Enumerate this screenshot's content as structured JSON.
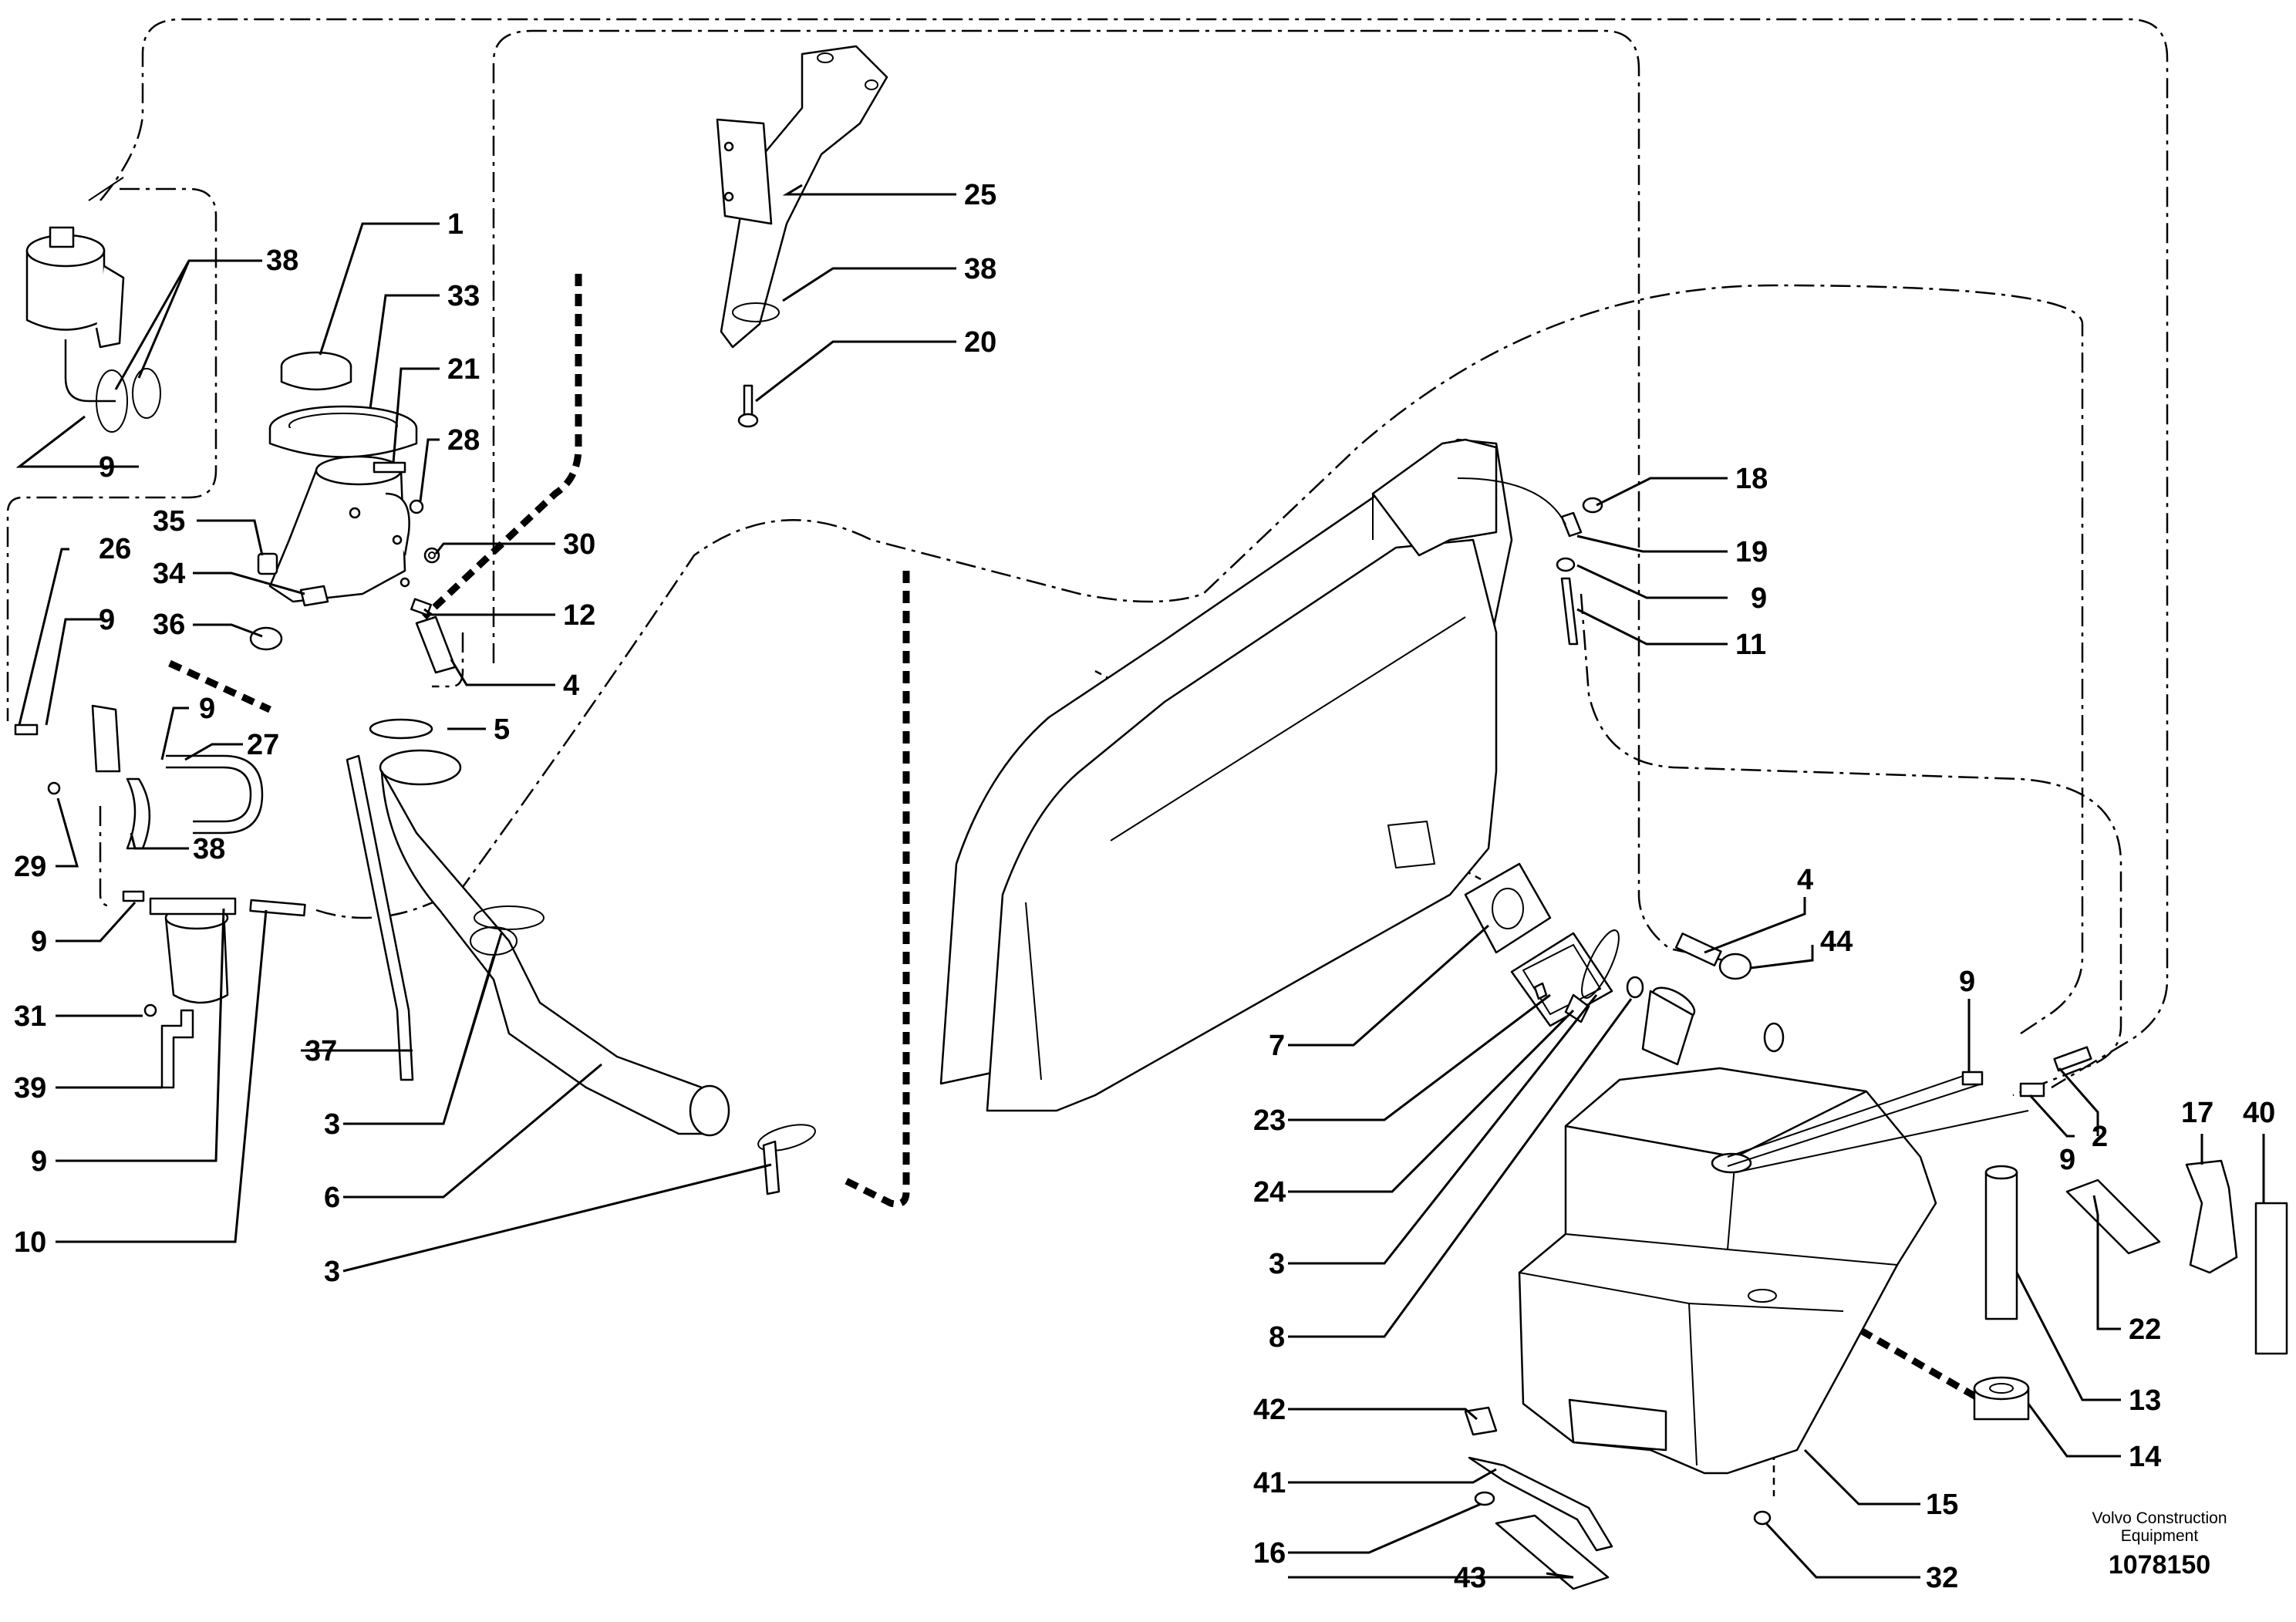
{
  "caption": {
    "company_line1": "Volvo Construction",
    "company_line2": "Equipment",
    "doc_number": "1078150"
  },
  "callouts": [
    {
      "id": "c1",
      "text": "1"
    },
    {
      "id": "c33",
      "text": "33"
    },
    {
      "id": "c38a",
      "text": "38"
    },
    {
      "id": "c21",
      "text": "21"
    },
    {
      "id": "c28",
      "text": "28"
    },
    {
      "id": "c9a",
      "text": "9"
    },
    {
      "id": "c35",
      "text": "35"
    },
    {
      "id": "c30",
      "text": "30"
    },
    {
      "id": "c26",
      "text": "26"
    },
    {
      "id": "c34",
      "text": "34"
    },
    {
      "id": "c9b",
      "text": "9"
    },
    {
      "id": "c12",
      "text": "12"
    },
    {
      "id": "c36",
      "text": "36"
    },
    {
      "id": "c4a",
      "text": "4"
    },
    {
      "id": "c9c",
      "text": "9"
    },
    {
      "id": "c5",
      "text": "5"
    },
    {
      "id": "c27",
      "text": "27"
    },
    {
      "id": "c38b",
      "text": "38"
    },
    {
      "id": "c29",
      "text": "29"
    },
    {
      "id": "c9d",
      "text": "9"
    },
    {
      "id": "c31",
      "text": "31"
    },
    {
      "id": "c37",
      "text": "37"
    },
    {
      "id": "c39",
      "text": "39"
    },
    {
      "id": "c3a",
      "text": "3"
    },
    {
      "id": "c9e",
      "text": "9"
    },
    {
      "id": "c6",
      "text": "6"
    },
    {
      "id": "c10",
      "text": "10"
    },
    {
      "id": "c3b",
      "text": "3"
    },
    {
      "id": "c25",
      "text": "25"
    },
    {
      "id": "c38c",
      "text": "38"
    },
    {
      "id": "c20",
      "text": "20"
    },
    {
      "id": "c18",
      "text": "18"
    },
    {
      "id": "c19",
      "text": "19"
    },
    {
      "id": "c9f",
      "text": "9"
    },
    {
      "id": "c11",
      "text": "11"
    },
    {
      "id": "c4b",
      "text": "4"
    },
    {
      "id": "c44",
      "text": "44"
    },
    {
      "id": "c7",
      "text": "7"
    },
    {
      "id": "c23",
      "text": "23"
    },
    {
      "id": "c24",
      "text": "24"
    },
    {
      "id": "c3c",
      "text": "3"
    },
    {
      "id": "c8",
      "text": "8"
    },
    {
      "id": "c9g",
      "text": "9"
    },
    {
      "id": "c9h",
      "text": "9"
    },
    {
      "id": "c2",
      "text": "2"
    },
    {
      "id": "c17",
      "text": "17"
    },
    {
      "id": "c40",
      "text": "40"
    },
    {
      "id": "c22",
      "text": "22"
    },
    {
      "id": "c13",
      "text": "13"
    },
    {
      "id": "c14",
      "text": "14"
    },
    {
      "id": "c42",
      "text": "42"
    },
    {
      "id": "c41",
      "text": "41"
    },
    {
      "id": "c16",
      "text": "16"
    },
    {
      "id": "c15",
      "text": "15"
    },
    {
      "id": "c43",
      "text": "43"
    },
    {
      "id": "c32",
      "text": "32"
    }
  ]
}
